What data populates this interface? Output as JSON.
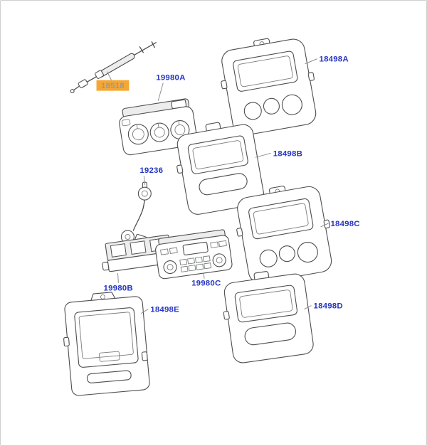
{
  "diagram": {
    "type": "exploded-parts-diagram",
    "description": "Instrument panel climate control units and bezels parts diagram",
    "colors": {
      "label": "#2636c4",
      "highlight_bg": "#f5a733",
      "highlight_text": "#98989c",
      "line": "#4d4d4f",
      "leader": "#8f8f91",
      "background": "#ffffff"
    },
    "parts": [
      {
        "id": "18518",
        "label": "18518",
        "highlighted": true
      },
      {
        "id": "19980A",
        "label": "19980A",
        "highlighted": false
      },
      {
        "id": "18498A",
        "label": "18498A",
        "highlighted": false
      },
      {
        "id": "18498B",
        "label": "18498B",
        "highlighted": false
      },
      {
        "id": "19236",
        "label": "19236",
        "highlighted": false
      },
      {
        "id": "18498C",
        "label": "18498C",
        "highlighted": false
      },
      {
        "id": "19980B",
        "label": "19980B",
        "highlighted": false
      },
      {
        "id": "19980C",
        "label": "19980C",
        "highlighted": false
      },
      {
        "id": "18498E",
        "label": "18498E",
        "highlighted": false
      },
      {
        "id": "18498D",
        "label": "18498D",
        "highlighted": false
      }
    ]
  }
}
